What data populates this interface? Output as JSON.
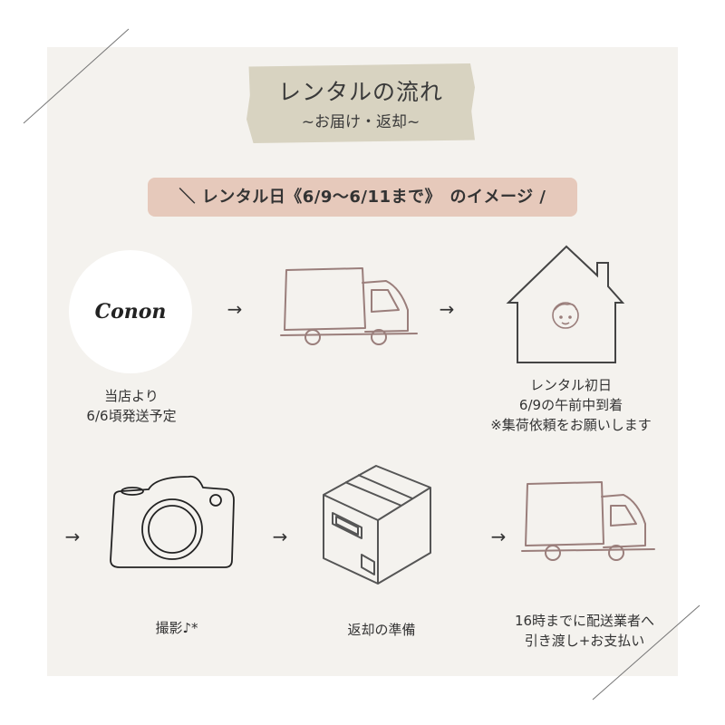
{
  "header": {
    "title": "レンタルの流れ",
    "subtitle": "~お届け・返却~"
  },
  "banner": {
    "text": "＼ レンタル日《6/9〜6/11まで》　のイメージ /"
  },
  "brand": {
    "logo_text": "Conon"
  },
  "arrows": {
    "symbol": "→"
  },
  "steps": {
    "ship": {
      "line1": "当店より",
      "line2": "6/6頃発送予定"
    },
    "arrive": {
      "line1": "レンタル初日",
      "line2": "6/9の午前中到着",
      "line3": "※集荷依頼をお願いします"
    },
    "shoot": {
      "line1": "撮影♪*"
    },
    "prepare": {
      "line1": "返却の準備"
    },
    "return": {
      "line1": "16時までに配送業者へ",
      "line2": "引き渡し+お支払い"
    }
  },
  "colors": {
    "card_bg": "#f4f2ee",
    "tape": "#d8d3c1",
    "pill": "#e6c9bb",
    "truck_stroke": "#9a7e7b",
    "line_stroke": "#444444"
  },
  "icons": [
    "truck-icon",
    "house-icon",
    "baby-face-icon",
    "camera-icon",
    "box-icon"
  ]
}
